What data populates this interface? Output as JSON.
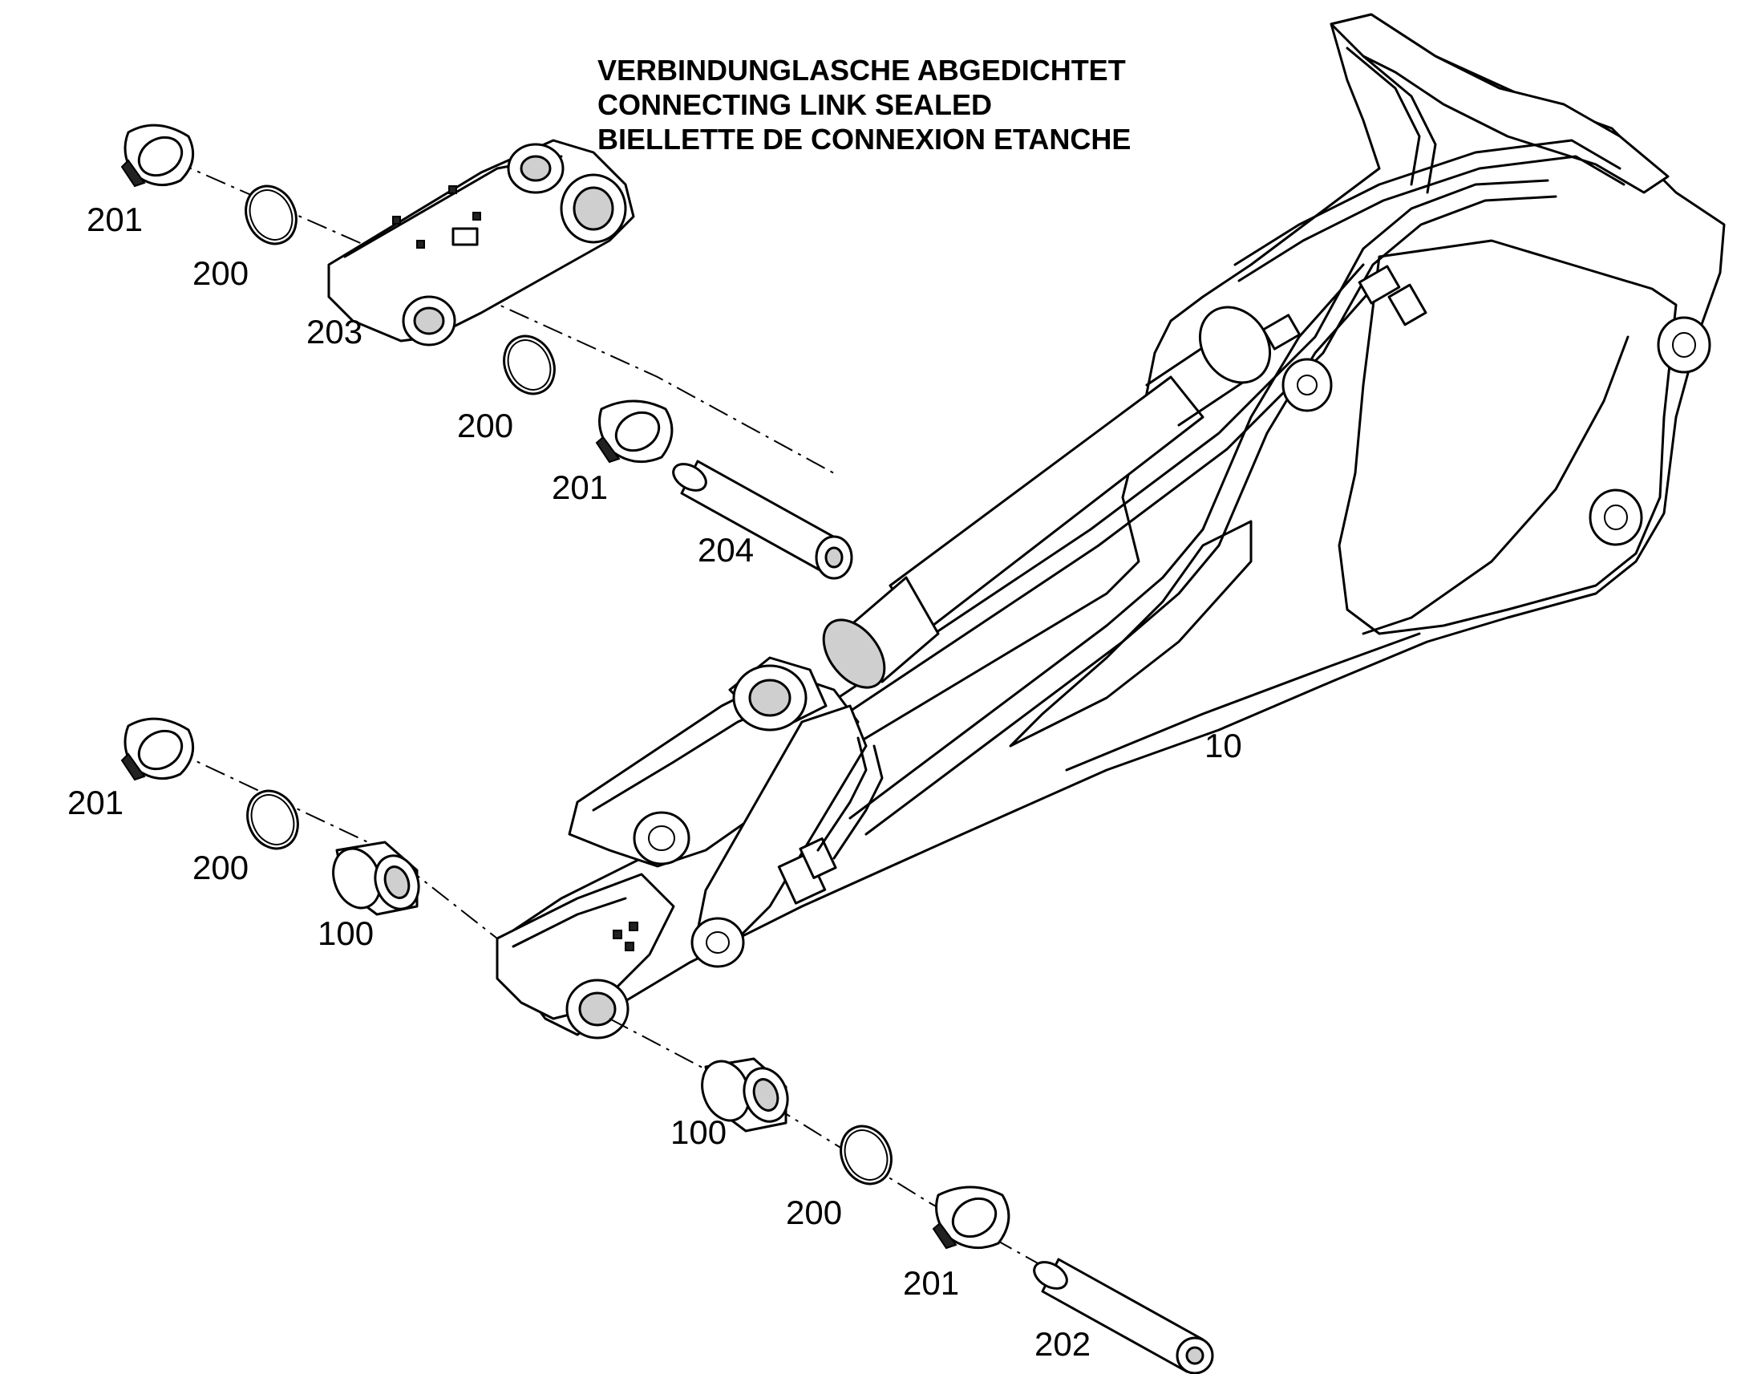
{
  "title": {
    "de": "VERBINDUNGLASCHE ABGEDICHTET",
    "en": "CONNECTING LINK SEALED",
    "fr": "BIELLETTE DE CONNEXION ETANCHE"
  },
  "callouts": {
    "c201_a": "201",
    "c200_a": "200",
    "c203": "203",
    "c200_b": "200",
    "c201_b": "201",
    "c204": "204",
    "c10": "10",
    "c201_c": "201",
    "c200_c": "200",
    "c100_a": "100",
    "c100_b": "100",
    "c200_d": "200",
    "c201_d": "201",
    "c202": "202"
  },
  "colors": {
    "line": "#000000",
    "background": "#ffffff",
    "shade": "#cfcfcf"
  }
}
